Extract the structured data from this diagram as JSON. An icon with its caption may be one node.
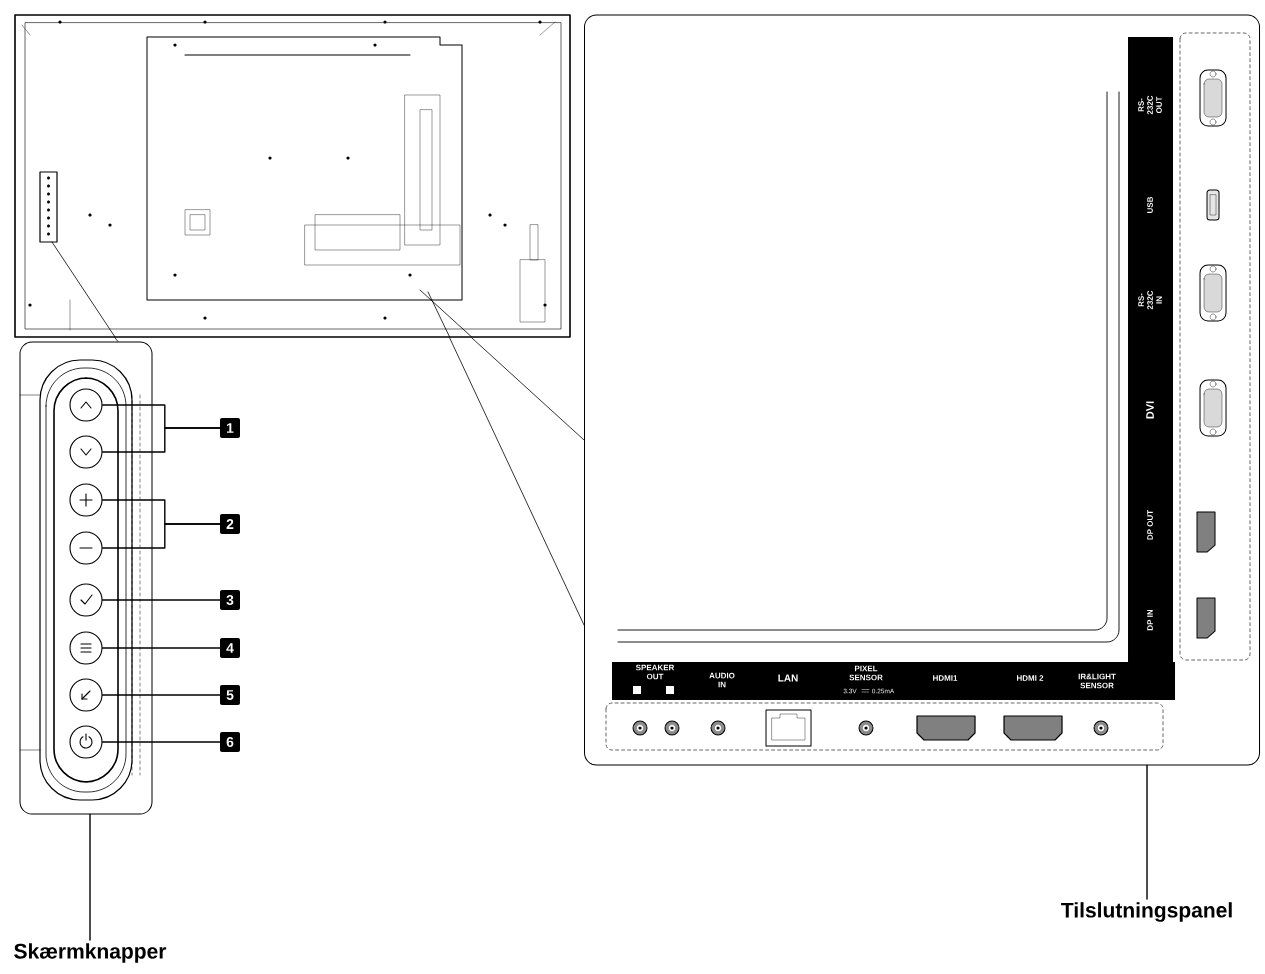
{
  "diagram": {
    "nodes": [
      {
        "text": [
          "Skærmknapper"
        ]
      },
      {
        "text": [],
        "shape": "box"
      },
      {
        "text": [],
        "shape": "circle",
        "in": 1
      },
      {
        "text": [],
        "shape": "circle",
        "in": 1
      },
      {
        "text": [],
        "shape": "circle",
        "in": 1
      },
      {
        "text": [],
        "shape": "circle",
        "in": 1
      },
      {
        "text": [],
        "shape": "circle",
        "in": 1
      },
      {
        "text": [],
        "shape": "circle",
        "in": 1
      },
      {
        "text": [],
        "shape": "circle",
        "in": 1
      },
      {
        "text": [],
        "shape": "circle",
        "in": 1
      },
      {
        "text": [
          "1"
        ]
      },
      {
        "text": [
          "2"
        ]
      },
      {
        "text": [
          "3"
        ]
      },
      {
        "text": [
          "4"
        ]
      },
      {
        "text": [
          "5"
        ]
      },
      {
        "text": [
          "6"
        ]
      },
      {
        "text": [
          "Tilslutningspanel"
        ]
      },
      {
        "text": [],
        "shape": "box"
      },
      {
        "text": [],
        "shape": "picture"
      }
    ],
    "edges": [
      {
        "from": 10,
        "to": 2,
        "arrow": "none"
      },
      {
        "from": 10,
        "to": 3,
        "arrow": "none"
      },
      {
        "from": 11,
        "to": 4,
        "arrow": "none"
      },
      {
        "from": 11,
        "to": 5,
        "arrow": "none"
      },
      {
        "from": 12,
        "to": 6,
        "arrow": "none"
      },
      {
        "from": 13,
        "to": 7,
        "arrow": "none"
      },
      {
        "from": 14,
        "to": 8,
        "arrow": "none"
      },
      {
        "from": 15,
        "to": 9,
        "arrow": "none"
      },
      {
        "from": 0,
        "to": 1,
        "arrow": "none"
      },
      {
        "from": 16,
        "to": 17,
        "arrow": "none"
      },
      {
        "from": 18,
        "to": 1,
        "arrow": "none"
      },
      {
        "from": 18,
        "to": 17,
        "arrow": "none"
      },
      {
        "from": 18,
        "to": 17,
        "arrow": "none"
      }
    ],
    "labels": [
      "RS-232C OUT",
      "USB",
      "RS-232C IN",
      "DVI",
      "DP OUT",
      "DP IN",
      "SPEAKER OUT",
      "AUDIO IN",
      "LAN",
      "PIXEL SENSOR",
      "3.3V",
      "0.25mA",
      "HDMI1",
      "HDMI 2",
      "IR&LIGHT SENSOR"
    ]
  }
}
